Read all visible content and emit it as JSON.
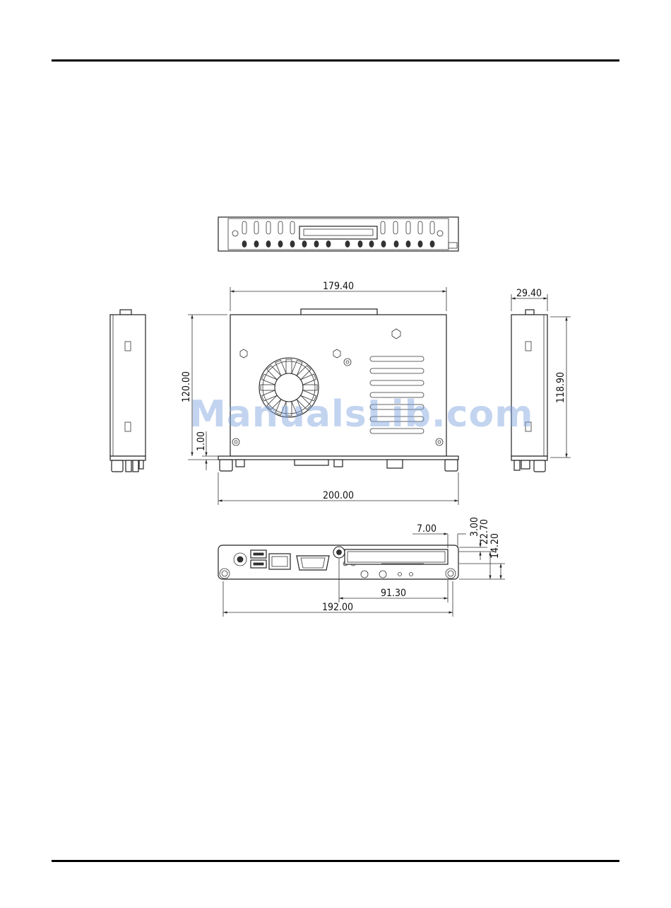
{
  "page": {
    "background": "#ffffff",
    "line_color": "#222222"
  },
  "dimensions": {
    "front_width": "179.40",
    "front_height": "120.00",
    "foot_height": "1.00",
    "base_width": "200.00",
    "side_depth": "29.40",
    "side_height": "118.90",
    "rear_offset": "7.00",
    "rear_3": "3.00",
    "rear_22": "22.70",
    "rear_14": "14.20",
    "rear_slot_width": "91.30",
    "rear_width": "192.00"
  },
  "watermark": {
    "text": "ManualsLib.com",
    "color": "#78a0dc"
  }
}
